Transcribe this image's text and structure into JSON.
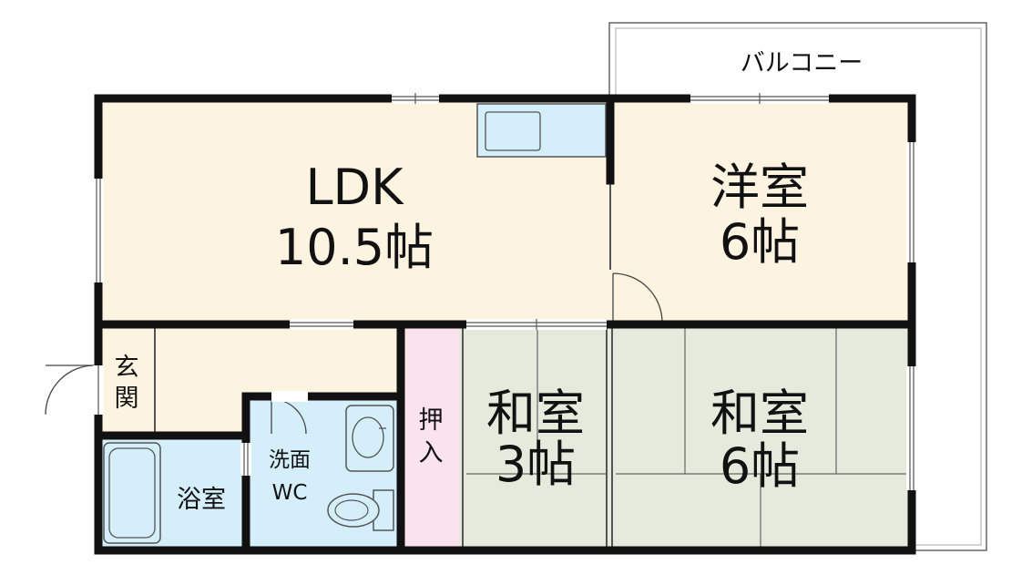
{
  "rooms": {
    "ldk": {
      "name": "LDK",
      "size": "10.5帖"
    },
    "western": {
      "name": "洋室",
      "size": "6帖"
    },
    "japanese_small": {
      "name": "和室",
      "size": "3帖"
    },
    "japanese_large": {
      "name": "和室",
      "size": "6帖"
    },
    "entrance": {
      "line1": "玄",
      "line2": "関"
    },
    "bath": {
      "name": "浴室"
    },
    "washroom": {
      "line1": "洗面",
      "line2": "WC"
    },
    "closet": {
      "line1": "押",
      "line2": "入"
    }
  },
  "balcony": {
    "label": "バルコニー"
  },
  "colors": {
    "wood_floor": "#fcf3e1",
    "tatami": "#e4ebdc",
    "wet_area": "#d4eefa",
    "closet": "#fbe3ee",
    "wall": "#111111"
  }
}
